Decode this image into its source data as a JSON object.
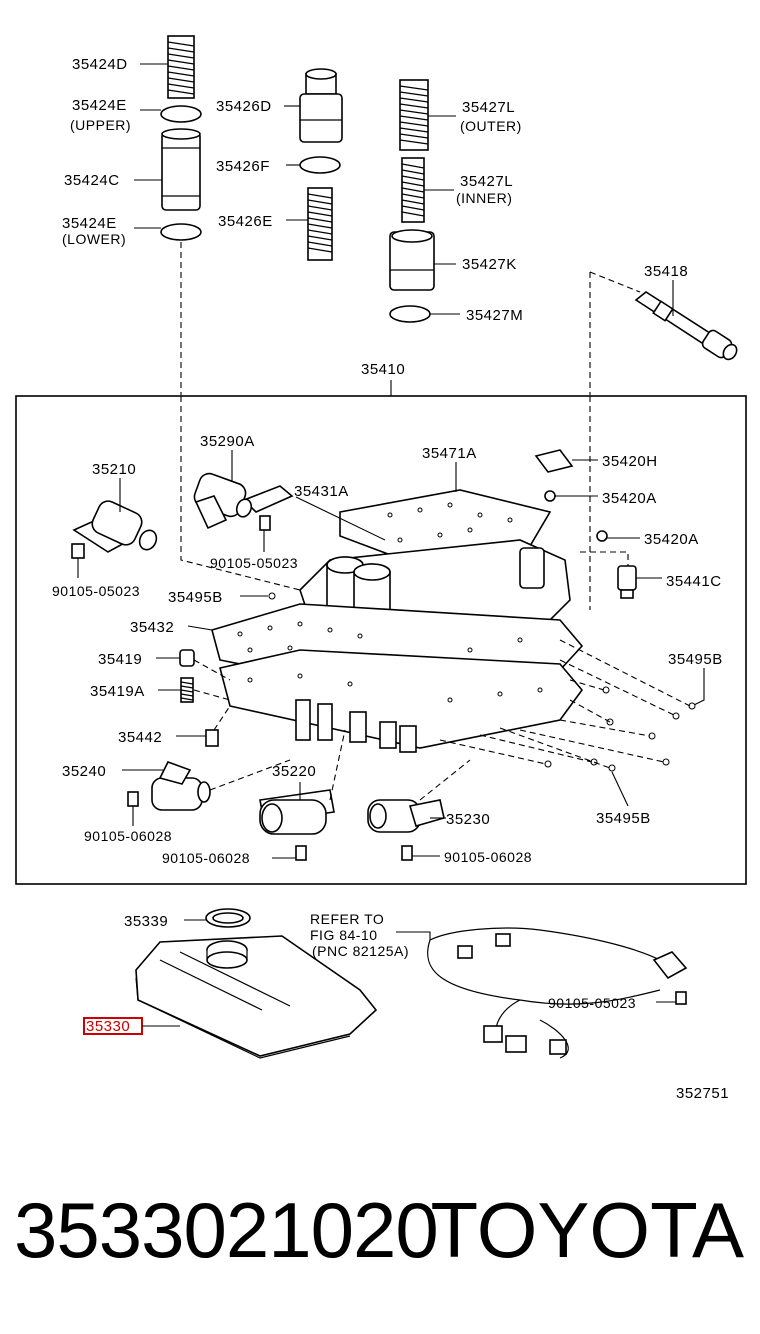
{
  "diagram": {
    "parts": {
      "p35424D": "35424D",
      "p35424E_upper": "35424E",
      "p35424E_upper_note": "(UPPER)",
      "p35424C": "35424C",
      "p35424E_lower": "35424E",
      "p35424E_lower_note": "(LOWER)",
      "p35426D": "35426D",
      "p35426F": "35426F",
      "p35426E": "35426E",
      "p35427L_outer": "35427L",
      "p35427L_outer_note": "(OUTER)",
      "p35427L_inner": "35427L",
      "p35427L_inner_note": "(INNER)",
      "p35427K": "35427K",
      "p35427M": "35427M",
      "p35418": "35418",
      "p35410": "35410",
      "p35210": "35210",
      "p35290A": "35290A",
      "p35431A": "35431A",
      "p35471A": "35471A",
      "p35420H": "35420H",
      "p35420A_1": "35420A",
      "p35420A_2": "35420A",
      "p35441C": "35441C",
      "p90105_05023_a": "90105-05023",
      "p90105_05023_b": "90105-05023",
      "p35495B_1": "35495B",
      "p35432": "35432",
      "p35419": "35419",
      "p35419A": "35419A",
      "p35495B_2": "35495B",
      "p35442": "35442",
      "p35240": "35240",
      "p35220": "35220",
      "p35230": "35230",
      "p35495B_3": "35495B",
      "p90105_06028_a": "90105-06028",
      "p90105_06028_b": "90105-06028",
      "p90105_06028_c": "90105-06028",
      "p35339": "35339",
      "p35330": "35330",
      "p90105_05023_c": "90105-05023",
      "refer_line1": "REFER TO",
      "refer_line2": "FIG 84-10",
      "refer_line3": "(PNC 82125A)",
      "figure_id": "352751"
    },
    "highlight_color": "#cc0000"
  },
  "footer": {
    "part_number": "3533021020",
    "brand": "TOYOTA"
  }
}
